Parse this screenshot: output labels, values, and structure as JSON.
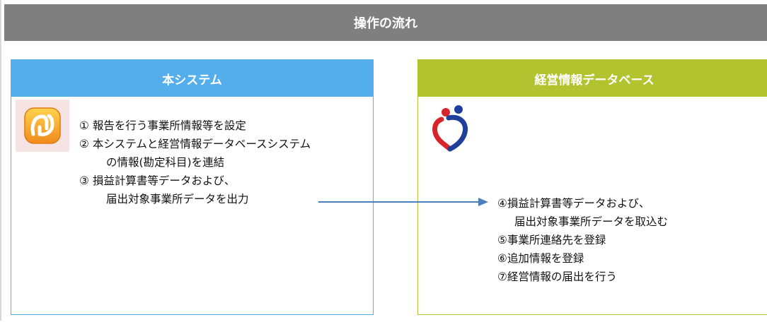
{
  "title": "操作の流れ",
  "left_panel": {
    "header": "本システム",
    "logo_icon": "app-logo-icon",
    "lines": [
      "①  報告を行う事業所情報等を設定",
      "②  本システムと経営情報データベースシステム",
      "の情報(勘定科目)を連結",
      "③  損益計算書等データおよび、",
      "届出対象事業所データを出力"
    ]
  },
  "right_panel": {
    "header": "経営情報データベース",
    "logo_icon": "ministry-logo-icon",
    "lines": [
      "④損益計算書等データおよび、",
      "届出対象事業所データを取込む",
      "⑤事業所連絡先を登録",
      "⑥追加情報を登録",
      "⑦経営情報の届出を行う"
    ]
  },
  "colors": {
    "title_bar": "#7f7f7f",
    "left_accent": "#55aeec",
    "right_accent": "#b2c32f",
    "arrow": "#4a7ebf"
  }
}
